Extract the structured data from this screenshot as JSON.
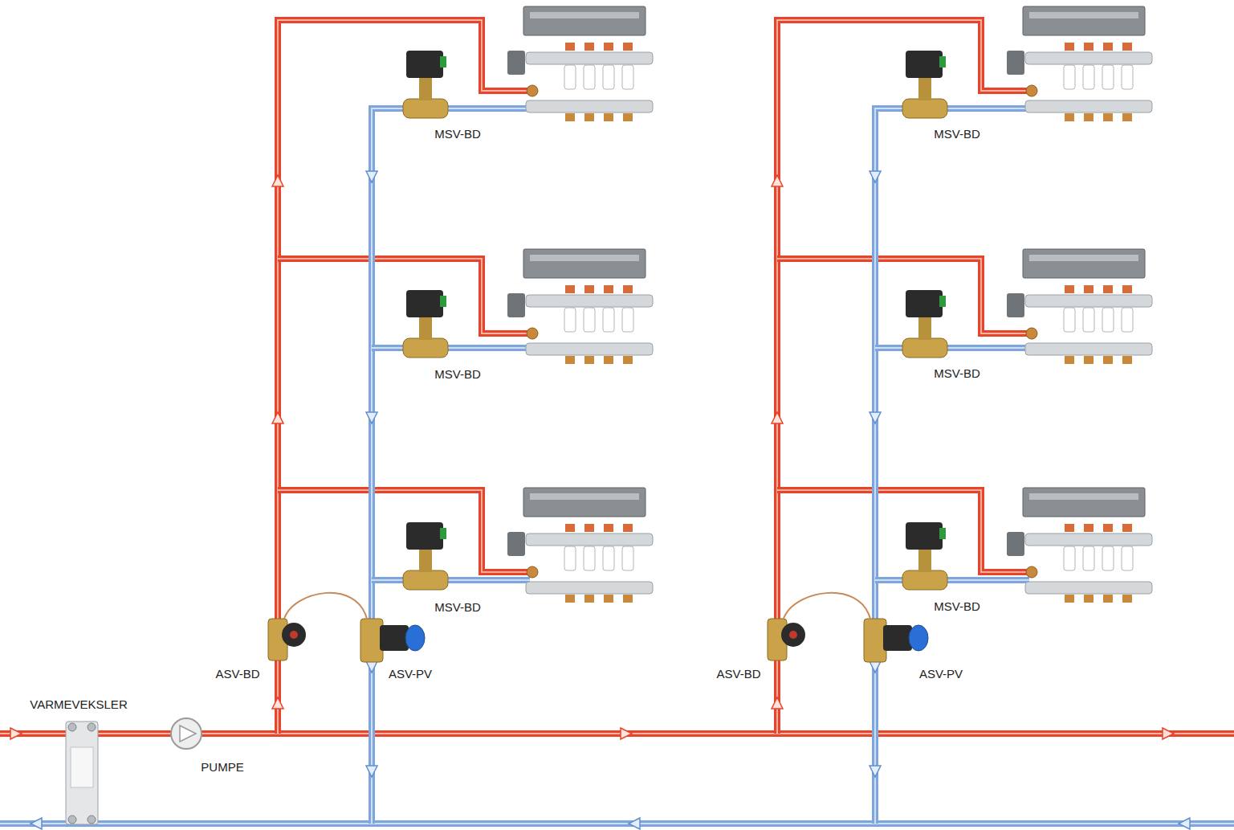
{
  "diagram": {
    "labels": [
      "MSV-BD",
      "MSV-BD",
      "MSV-BD",
      "MSV-BD",
      "MSV-BD",
      "MSV-BD",
      "ASV-BD",
      "ASV-PV",
      "ASV-BD",
      "ASV-PV",
      "VARMEVEKSLER",
      "PUMPE"
    ]
  }
}
